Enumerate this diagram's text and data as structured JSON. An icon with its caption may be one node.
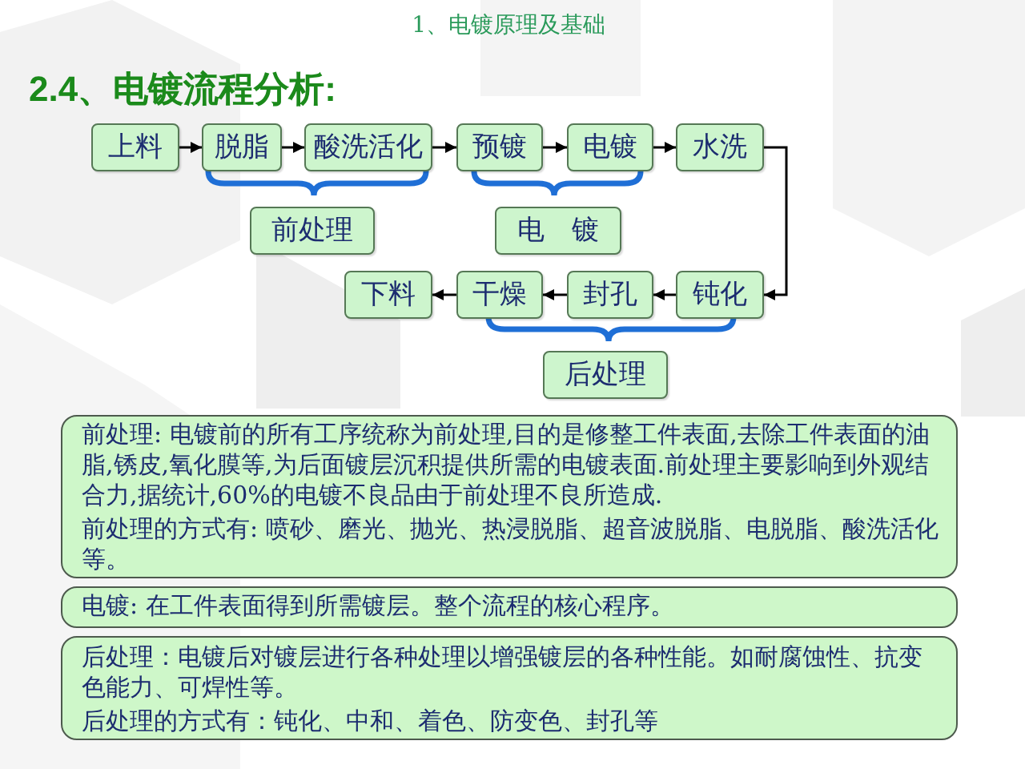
{
  "diagram": {
    "title": "2.4、电镀流程分析:",
    "nodes": [
      {
        "text": [
          "上料"
        ]
      },
      {
        "text": [
          "脱脂"
        ]
      },
      {
        "text": [
          "酸洗活化"
        ]
      },
      {
        "text": [
          "预镀"
        ]
      },
      {
        "text": [
          "电镀"
        ]
      },
      {
        "text": [
          "水洗"
        ]
      },
      {
        "text": [
          "前处理"
        ]
      },
      {
        "text": [
          "电　镀"
        ]
      },
      {
        "text": [
          "下料"
        ]
      },
      {
        "text": [
          "干燥"
        ]
      },
      {
        "text": [
          "封孔"
        ]
      },
      {
        "text": [
          "钝化"
        ]
      },
      {
        "text": [
          "后处理"
        ]
      },
      {
        "text": [
          "前处理: 电镀前的所有工序统称为前处理,目的是修整工件表面,去除工件表面的油脂,锈皮,氧化膜等,为后面镀层沉积提供所需的电镀表面.前处理主要影响到外观结合力,据统计,60%的电镀不良品由于前处理不良所造成.",
          "前处理的方式有: 喷砂、磨光、抛光、热浸脱脂、超音波脱脂、电脱脂、酸洗活化等。"
        ]
      },
      {
        "text": [
          "电镀: 在工件表面得到所需镀层。整个流程的核心程序。"
        ]
      },
      {
        "text": [
          "后处理：电镀后对镀层进行各种处理以增强镀层的各种性能。如耐腐蚀性、抗变色能力、可焊性等。",
          "后处理的方式有：钝化、中和、着色、防变色、封孔等"
        ]
      }
    ],
    "edges": [
      {
        "from": 0,
        "to": 1,
        "arrow": "to"
      },
      {
        "from": 1,
        "to": 2,
        "arrow": "to"
      },
      {
        "from": 2,
        "to": 3,
        "arrow": "to"
      },
      {
        "from": 3,
        "to": 4,
        "arrow": "to"
      },
      {
        "from": 4,
        "to": 5,
        "arrow": "to"
      },
      {
        "from": 5,
        "to": 11,
        "arrow": "to"
      },
      {
        "from": 11,
        "to": 10,
        "arrow": "to"
      },
      {
        "from": 10,
        "to": 9,
        "arrow": "to"
      },
      {
        "from": 9,
        "to": 8,
        "arrow": "to"
      }
    ],
    "labels": [
      "1、电镀原理及基础"
    ]
  }
}
